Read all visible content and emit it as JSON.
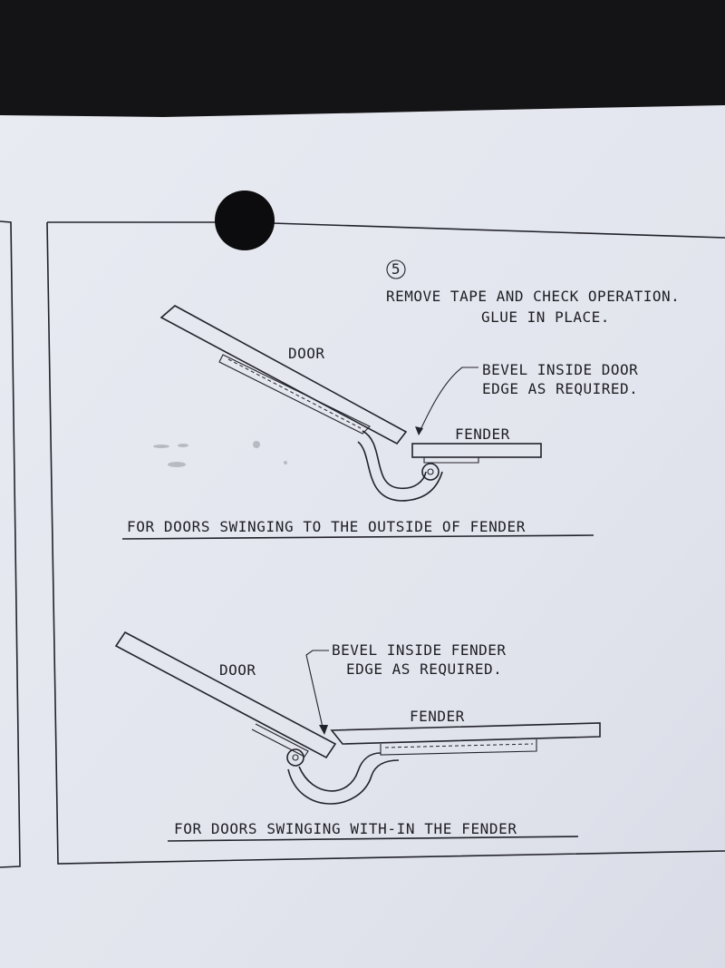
{
  "step": {
    "number": "5",
    "line1": "REMOVE TAPE AND CHECK OPERATION.",
    "line2": "GLUE IN PLACE."
  },
  "diagram_outside": {
    "door_label": "DOOR",
    "fender_label": "FENDER",
    "bevel_line1": "BEVEL INSIDE DOOR",
    "bevel_line2": "EDGE AS REQUIRED.",
    "caption": "FOR DOORS SWINGING TO THE OUTSIDE OF FENDER"
  },
  "diagram_within": {
    "door_label": "DOOR",
    "fender_label": "FENDER",
    "bevel_line1": "BEVEL INSIDE FENDER",
    "bevel_line2": "EDGE AS REQUIRED.",
    "caption": "FOR DOORS SWINGING WITH-IN THE FENDER"
  }
}
